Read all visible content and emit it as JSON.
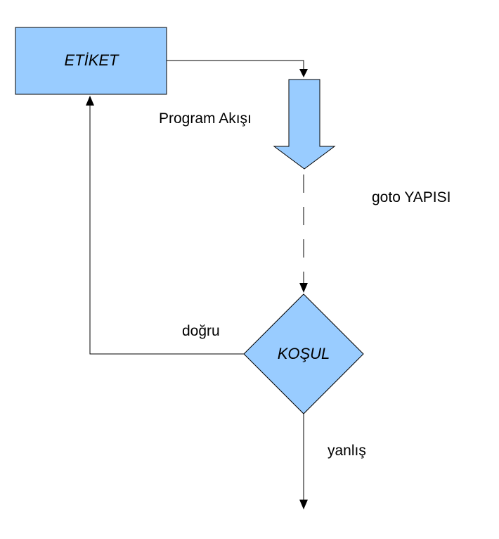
{
  "diagram": {
    "nodes": {
      "etiket": {
        "text": "ETİKET"
      },
      "kosul": {
        "text": "KOŞUL"
      }
    },
    "labels": {
      "program_flow": "Program Akışı",
      "goto": "goto YAPISI",
      "true_branch": "doğru",
      "false_branch": "yanlış"
    },
    "colors": {
      "node_fill": "#99ccff",
      "stroke": "#000000"
    }
  }
}
